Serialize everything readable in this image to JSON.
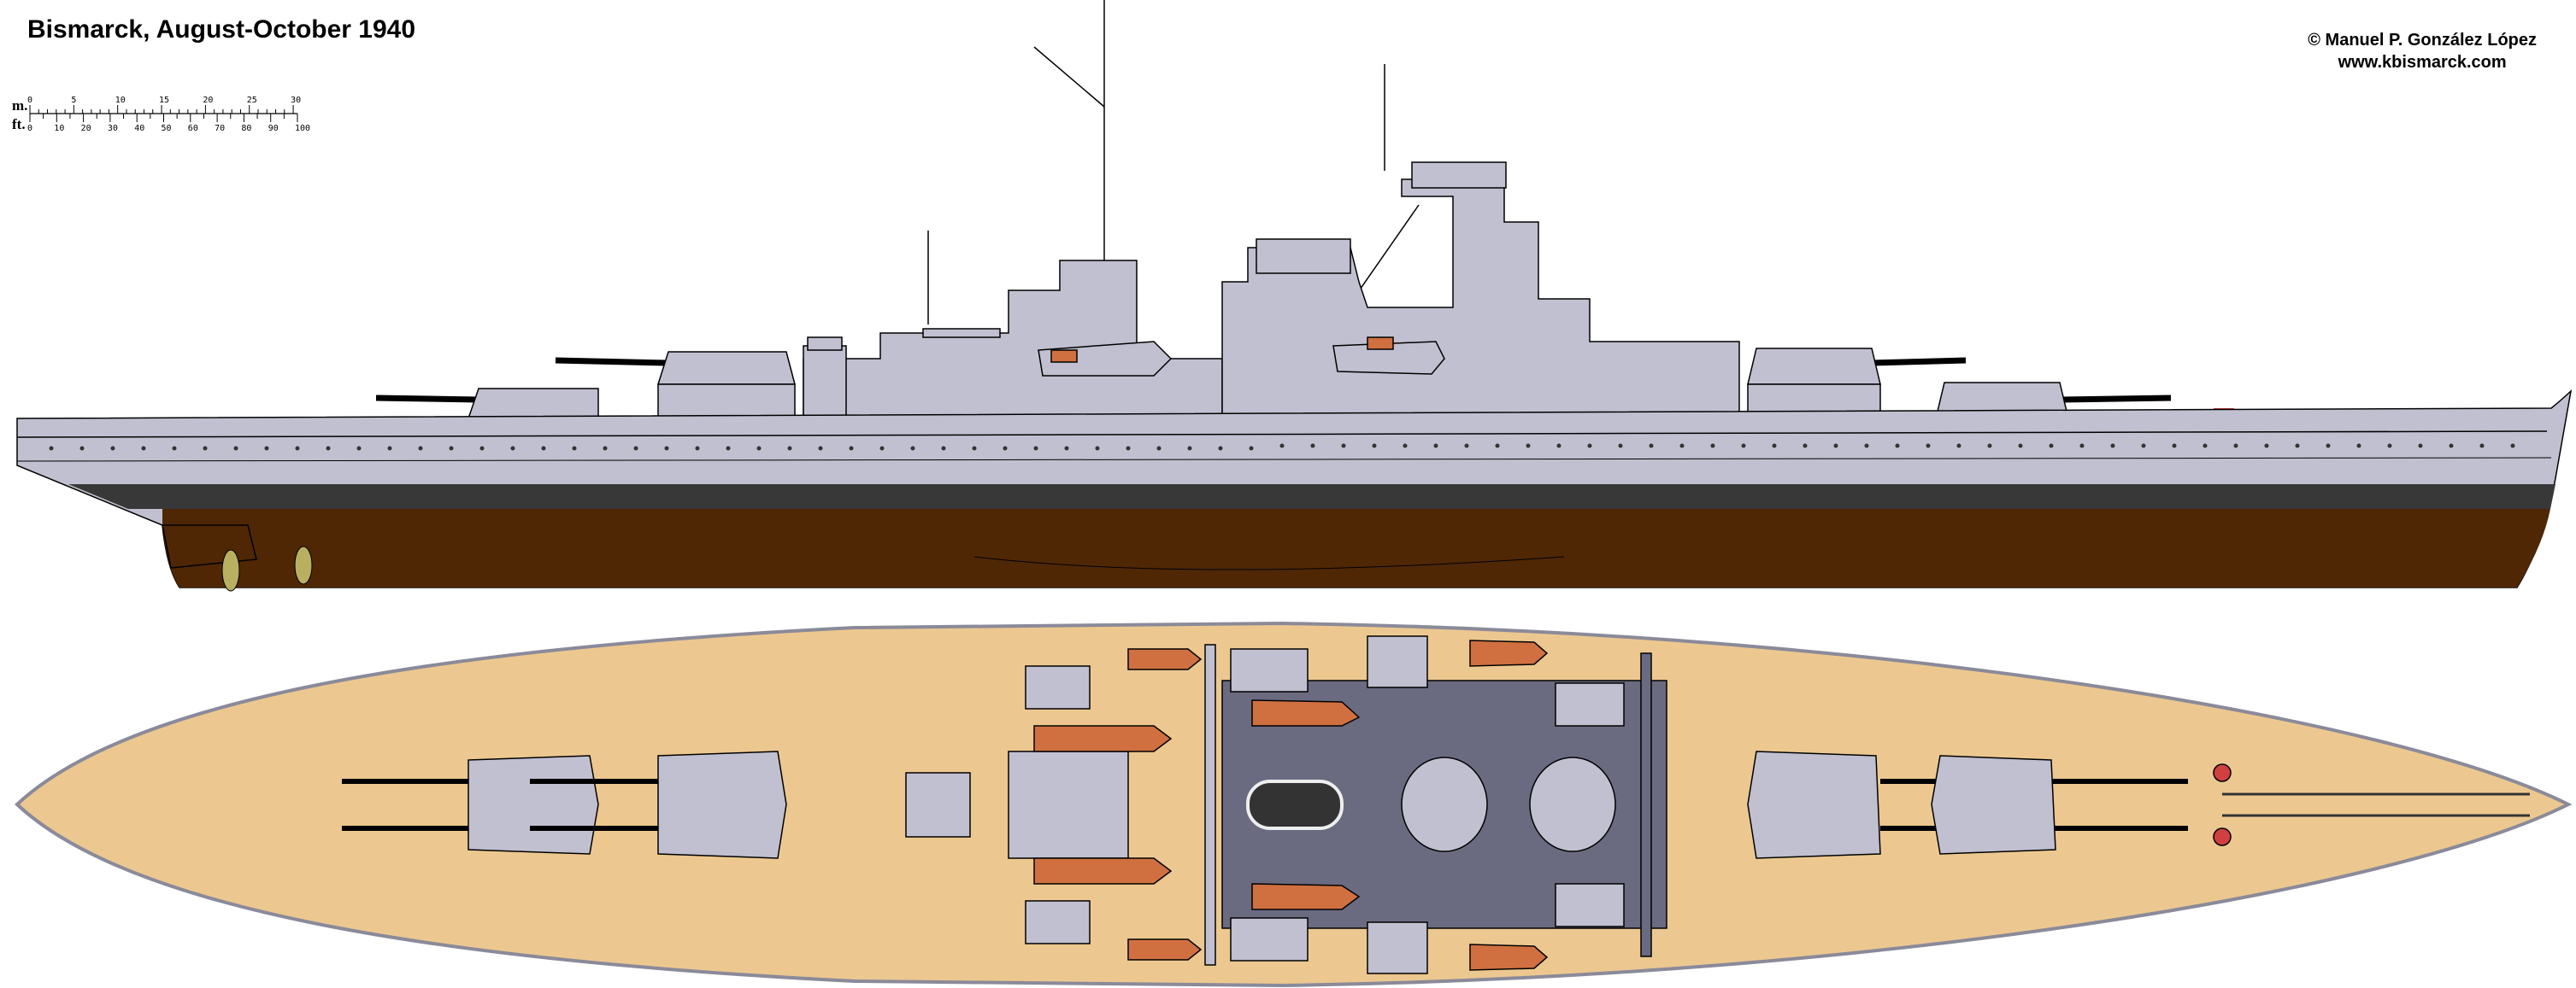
{
  "title": "Bismarck, August-October 1940",
  "credit": {
    "author": "© Manuel P. González López",
    "website": "www.kbismarck.com"
  },
  "scale": {
    "metric_unit": "m.",
    "imperial_unit": "ft.",
    "metric_labels": [
      "0",
      "5",
      "10",
      "15",
      "20",
      "25",
      "30"
    ],
    "imperial_labels": [
      "0",
      "10",
      "20",
      "30",
      "40",
      "50",
      "60",
      "70",
      "80",
      "90",
      "100"
    ],
    "metric_max": 30,
    "imperial_max": 100
  },
  "colors": {
    "hull_gray": "#c0c0d0",
    "boot_topping": "#383838",
    "hull_red": "#4f2705",
    "deck": "#ecc890",
    "dark_gray": "#6a6a80",
    "boats": "#d07040",
    "propeller": "#b8b060"
  }
}
